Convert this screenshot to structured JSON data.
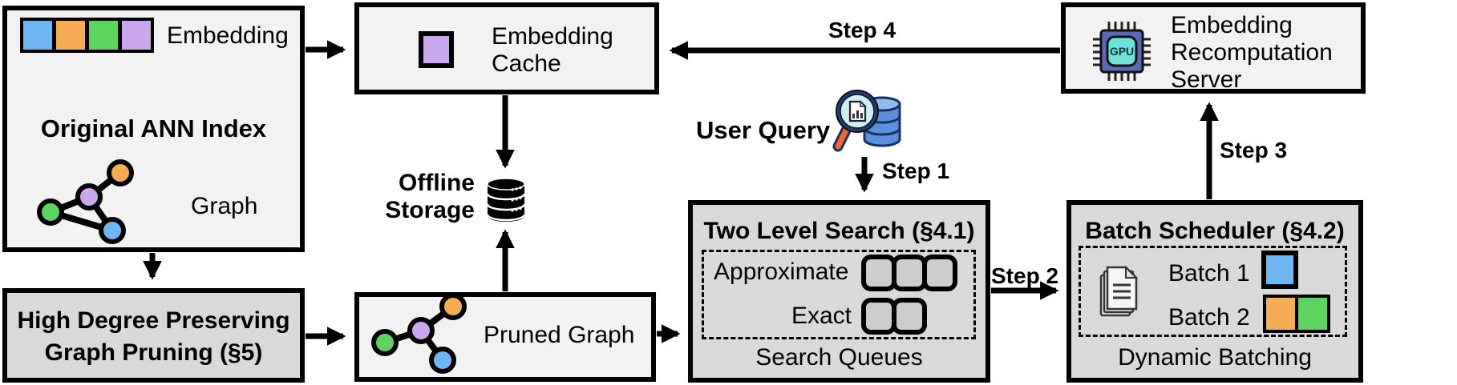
{
  "colors": {
    "embedding_blue": "#6FB5F1",
    "embedding_orange": "#F6AC55",
    "embedding_green": "#5DD45F",
    "embedding_purple": "#CBA7ED",
    "box_light": "#F2F2F2",
    "box_dark": "#D9D9D9",
    "queue_slot": "#CDCDCD",
    "gpu_chip": "#5B6AB8",
    "gpu_core": "#6CE2DA",
    "query_db": "#5B8FE0",
    "query_db_top": "#8FBCEC",
    "query_lens": "#CFEEF8",
    "query_rim": "#1F3F7A",
    "query_handle": "#F2662E",
    "arrow": "#000000"
  },
  "boxes": {
    "original_ann_index": {
      "title": "Original ANN Index",
      "embedding_label": "Embedding",
      "graph_label": "Graph"
    },
    "embedding_cache": {
      "line1": "Embedding",
      "line2": "Cache"
    },
    "recomputation_server": {
      "line1": "Embedding",
      "line2": "Recomputation",
      "line3": "Server",
      "gpu_label": "GPU"
    },
    "offline_storage": {
      "line1": "Offline",
      "line2": "Storage"
    },
    "user_query": {
      "label": "User Query"
    },
    "two_level_search": {
      "title": "Two Level Search (§4.1)",
      "row1_label": "Approximate",
      "row2_label": "Exact",
      "row1_slots": 3,
      "row2_slots": 2,
      "footer": "Search Queues"
    },
    "batch_scheduler": {
      "title": "Batch Scheduler (§4.2)",
      "batch1_label": "Batch 1",
      "batch2_label": "Batch 2",
      "footer": "Dynamic Batching"
    },
    "graph_pruning": {
      "line1": "High Degree Preserving",
      "line2": "Graph Pruning (§5)"
    },
    "pruned_graph": {
      "label": "Pruned Graph"
    }
  },
  "steps": {
    "step1": "Step 1",
    "step2": "Step 2",
    "step3": "Step 3",
    "step4": "Step 4"
  }
}
